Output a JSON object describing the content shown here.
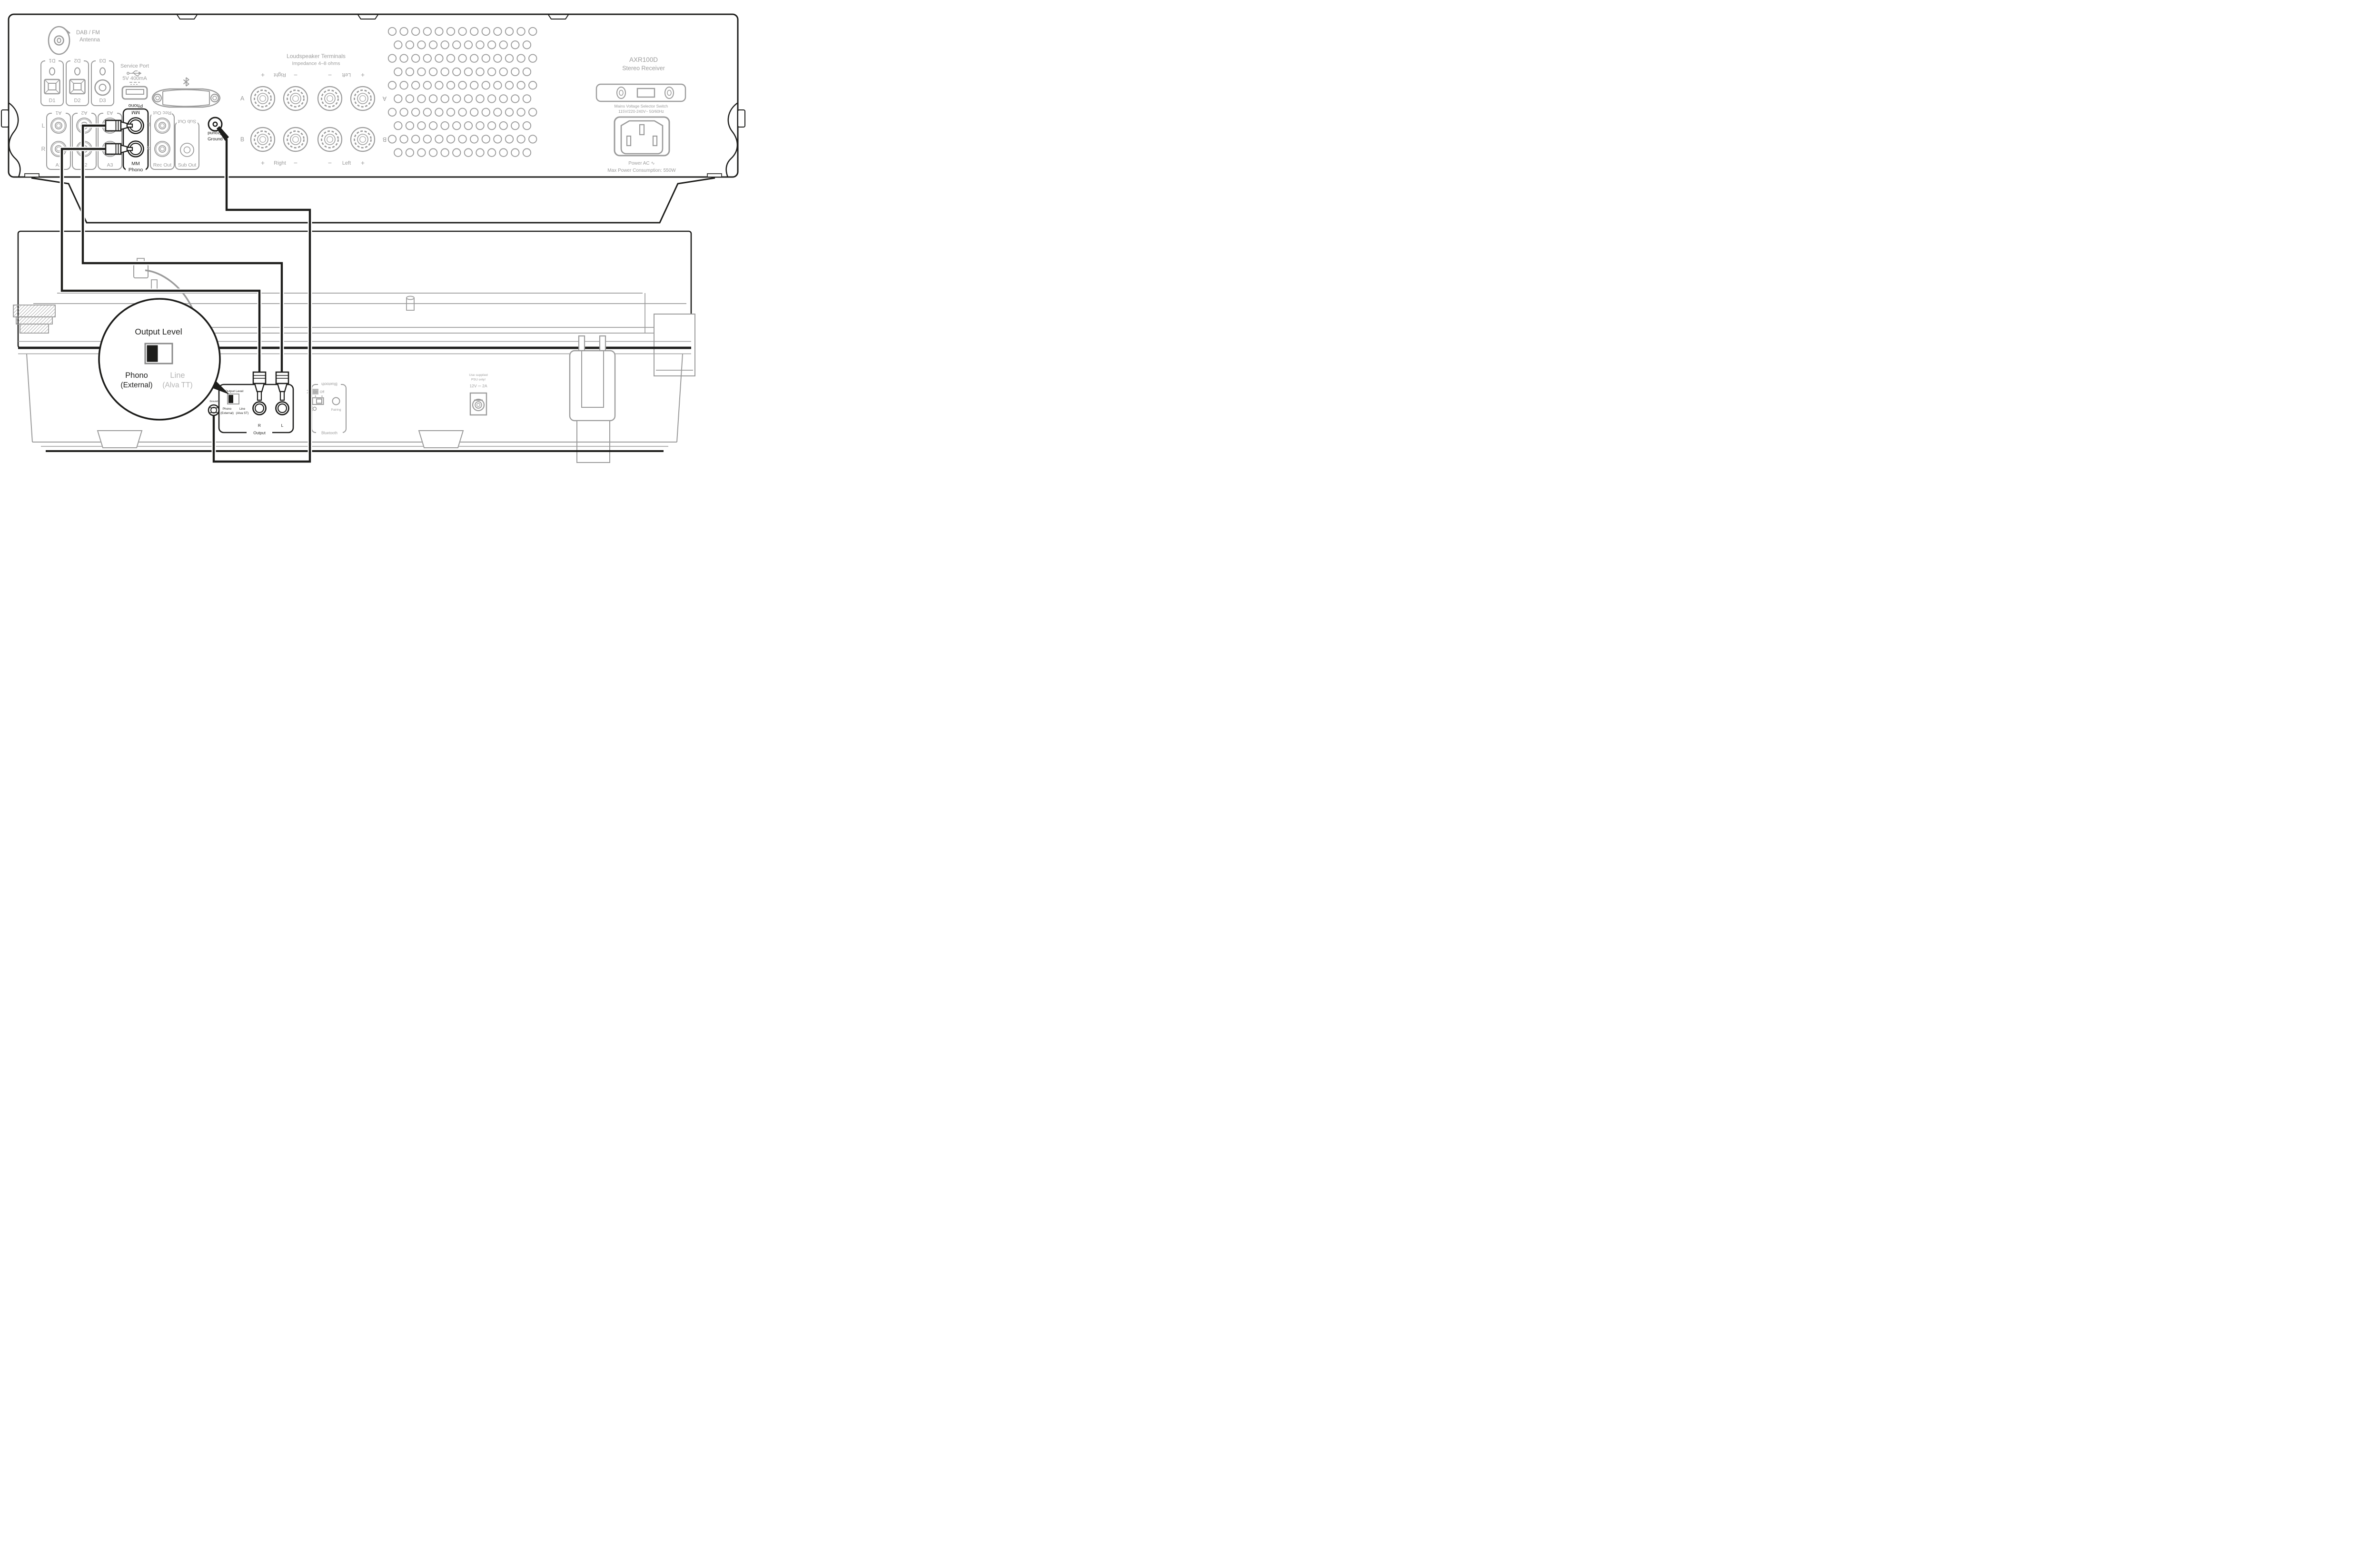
{
  "colors": {
    "line_gray": "#9b9b9b",
    "muted_gray": "#b5b5b5",
    "ink": "#1d1d1b"
  },
  "receiver": {
    "model": "AXR100D",
    "type": "Stereo Receiver",
    "antenna": {
      "line1": "DAB / FM",
      "line2": "Antenna"
    },
    "digital": {
      "d1": "D1",
      "d2": "D2",
      "d3": "D3"
    },
    "service": {
      "title": "Service Port",
      "rating": "5V 400mA"
    },
    "inputs": {
      "a1": "A1",
      "a2": "A2",
      "a3": "A3",
      "mm": "MM",
      "phono": "Phono",
      "rec": "Rec Out",
      "sub": "Sub Out",
      "left": "L",
      "right": "R"
    },
    "ground": "Ground",
    "speakers": {
      "title": "Loudspeaker Terminals",
      "subtitle": "Impedance 4–8 ohms",
      "row_a": "A",
      "row_b": "B",
      "plus": "+",
      "minus": "−",
      "right": "Right",
      "left": "Left"
    },
    "mains": {
      "line1": "Mains Voltage Selector Switch",
      "line2": "115V/220-240V~ 50/60Hz"
    },
    "power": {
      "line1": "Power AC ∿",
      "line2": "Max Power Consumption: 550W"
    }
  },
  "turntable": {
    "output": {
      "title": "Output",
      "level": "Output Level",
      "phono1": "Phono",
      "phono2": "(External)",
      "line1": "Line",
      "line2": "(Alva ST)",
      "right": "R",
      "left": "L",
      "ground": "Ground"
    },
    "bluetooth": {
      "title": "Bluetooth",
      "on": "On",
      "off": "Off",
      "pairing": "Pairing"
    },
    "psu": {
      "line1": "Use supplied",
      "line2": "PSU only!",
      "rating": "12V ⎓ 2A"
    }
  },
  "callout": {
    "title": "Output Level",
    "phono1": "Phono",
    "phono2": "(External)",
    "line1": "Line",
    "line2": "(Alva TT)"
  }
}
